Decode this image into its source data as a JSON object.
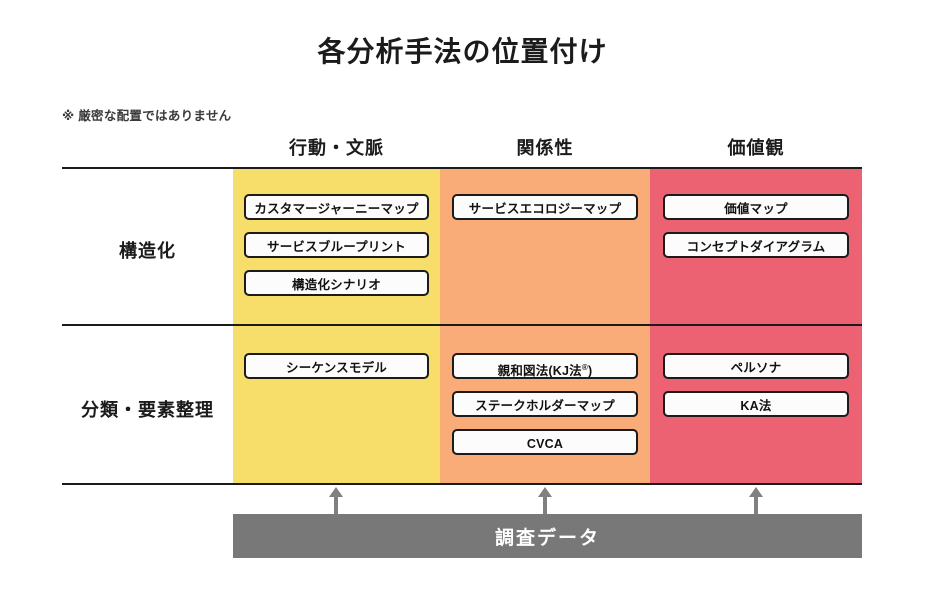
{
  "title": "各分析手法の位置付け",
  "note": "※ 厳密な配置ではありません",
  "colors": {
    "column_behavior": "#F7DE6B",
    "column_relation": "#F9AB78",
    "column_value": "#EC6273",
    "data_bar": "#787878",
    "arrow": "#808080",
    "line": "#1B1B1B",
    "box_fill": "#FCFCFC"
  },
  "matrix": {
    "column_headers": [
      {
        "label": "行動・文脈"
      },
      {
        "label": "関係性"
      },
      {
        "label": "価値観"
      }
    ],
    "row_labels": [
      {
        "label": "構造化"
      },
      {
        "label": "分類・要素整理"
      }
    ],
    "cells": [
      {
        "row": 0,
        "col": 0,
        "methods": [
          {
            "label": "カスタマージャーニーマップ"
          },
          {
            "label": "サービスブループリント"
          },
          {
            "label": "構造化シナリオ"
          }
        ]
      },
      {
        "row": 0,
        "col": 1,
        "methods": [
          {
            "label": "サービスエコロジーマップ"
          }
        ]
      },
      {
        "row": 0,
        "col": 2,
        "methods": [
          {
            "label": "価値マップ"
          },
          {
            "label": "コンセプトダイアグラム"
          }
        ]
      },
      {
        "row": 1,
        "col": 0,
        "methods": [
          {
            "label": "シーケンスモデル"
          }
        ]
      },
      {
        "row": 1,
        "col": 1,
        "methods": [
          {
            "label": "親和図法(KJ法®)"
          },
          {
            "label": "ステークホルダーマップ"
          },
          {
            "label": "CVCA"
          }
        ]
      },
      {
        "row": 1,
        "col": 2,
        "methods": [
          {
            "label": "ペルソナ"
          },
          {
            "label": "KA法"
          }
        ]
      }
    ]
  },
  "foundation": {
    "label": "調査データ",
    "arrows": [
      {
        "name": "arrow-to-behavior"
      },
      {
        "name": "arrow-to-relation"
      },
      {
        "name": "arrow-to-value"
      }
    ]
  }
}
